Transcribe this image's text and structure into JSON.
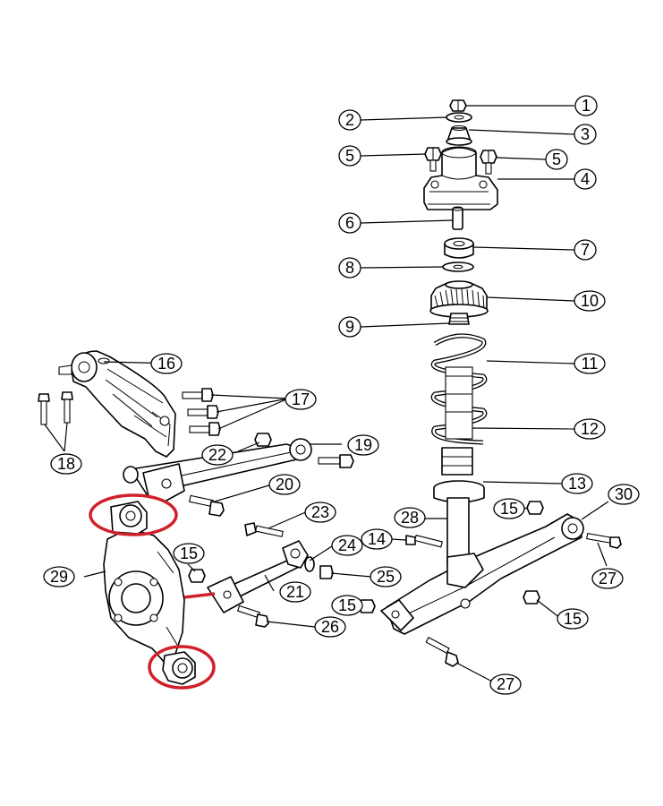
{
  "colors": {
    "line": "#000000",
    "background": "#ffffff",
    "highlight": "#d0202a"
  },
  "callouts": [
    {
      "id": "c1",
      "label": "1"
    },
    {
      "id": "c2",
      "label": "2"
    },
    {
      "id": "c3",
      "label": "3"
    },
    {
      "id": "c4",
      "label": "4"
    },
    {
      "id": "c5a",
      "label": "5"
    },
    {
      "id": "c5b",
      "label": "5"
    },
    {
      "id": "c6",
      "label": "6"
    },
    {
      "id": "c7",
      "label": "7"
    },
    {
      "id": "c8",
      "label": "8"
    },
    {
      "id": "c9",
      "label": "9"
    },
    {
      "id": "c10",
      "label": "10"
    },
    {
      "id": "c11",
      "label": "11"
    },
    {
      "id": "c12",
      "label": "12"
    },
    {
      "id": "c13",
      "label": "13"
    },
    {
      "id": "c14",
      "label": "14"
    },
    {
      "id": "c15a",
      "label": "15"
    },
    {
      "id": "c15b",
      "label": "15"
    },
    {
      "id": "c15c",
      "label": "15"
    },
    {
      "id": "c15d",
      "label": "15"
    },
    {
      "id": "c16",
      "label": "16"
    },
    {
      "id": "c17",
      "label": "17"
    },
    {
      "id": "c18",
      "label": "18"
    },
    {
      "id": "c19",
      "label": "19"
    },
    {
      "id": "c20",
      "label": "20"
    },
    {
      "id": "c21",
      "label": "21"
    },
    {
      "id": "c22",
      "label": "22"
    },
    {
      "id": "c23",
      "label": "23"
    },
    {
      "id": "c24",
      "label": "24"
    },
    {
      "id": "c25",
      "label": "25"
    },
    {
      "id": "c26",
      "label": "26"
    },
    {
      "id": "c27a",
      "label": "27"
    },
    {
      "id": "c27b",
      "label": "27"
    },
    {
      "id": "c28",
      "label": "28"
    },
    {
      "id": "c29",
      "label": "29"
    },
    {
      "id": "c30",
      "label": "30"
    }
  ]
}
